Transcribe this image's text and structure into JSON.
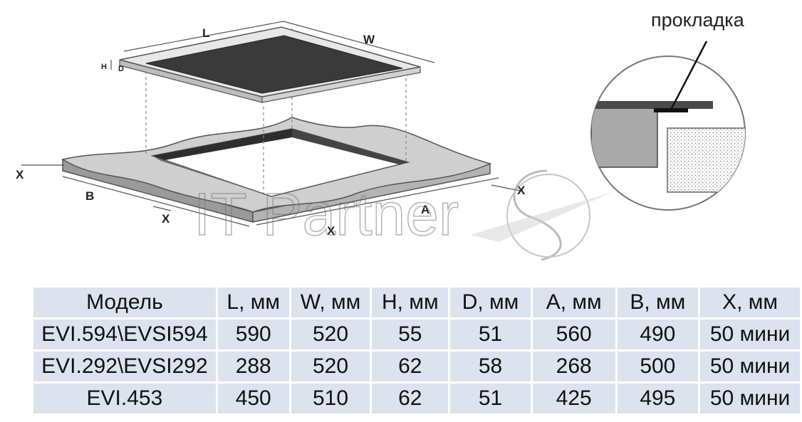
{
  "diagram": {
    "dimension_labels": {
      "L": "L",
      "W": "W",
      "H": "H",
      "D": "D",
      "X": "X",
      "B": "B",
      "A": "A"
    },
    "gasket_label": "прокладка",
    "watermark_text": "IT Partner"
  },
  "table": {
    "headers": [
      "Модель",
      "L, мм",
      "W, мм",
      "H, мм",
      "D, мм",
      "A, мм",
      "B, мм",
      "X, мм"
    ],
    "rows": [
      [
        "EVI.594\\EVSI594",
        "590",
        "520",
        "55",
        "51",
        "560",
        "490",
        "50 мини"
      ],
      [
        "EVI.292\\EVSI292",
        "288",
        "520",
        "62",
        "58",
        "268",
        "500",
        "50 мини"
      ],
      [
        "EVI.453",
        "450",
        "510",
        "62",
        "51",
        "425",
        "495",
        "50 мини"
      ]
    ]
  }
}
